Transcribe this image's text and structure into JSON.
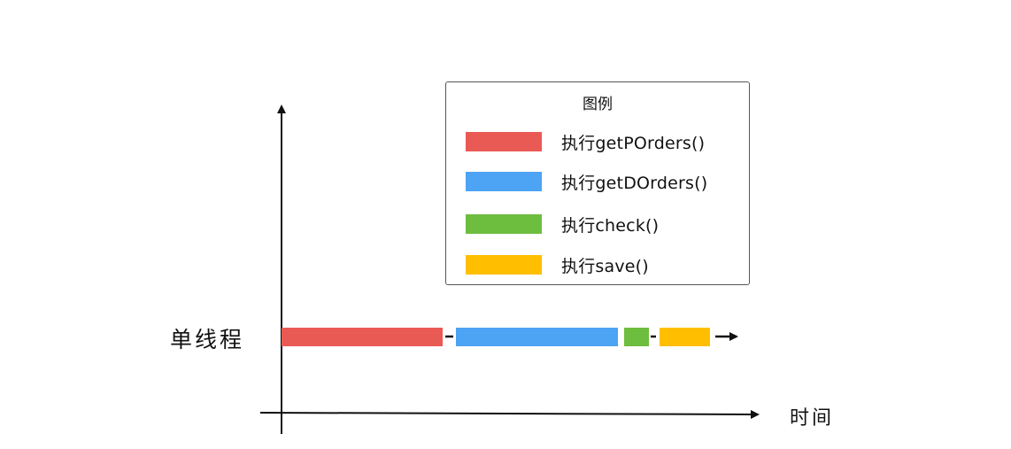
{
  "legend": {
    "title": "图例",
    "items": [
      {
        "label": "执行getPOrders()",
        "color": "#ea5a55"
      },
      {
        "label": "执行getDOrders()",
        "color": "#4da3f4"
      },
      {
        "label": "执行check()",
        "color": "#6dbd3f"
      },
      {
        "label": "执行save()",
        "color": "#ffbf00"
      }
    ]
  },
  "diagram": {
    "row_label": "单线程",
    "x_axis_label": "时间",
    "timeline": [
      "执行getPOrders()",
      "执行getDOrders()",
      "执行check()",
      "执行save()"
    ]
  }
}
